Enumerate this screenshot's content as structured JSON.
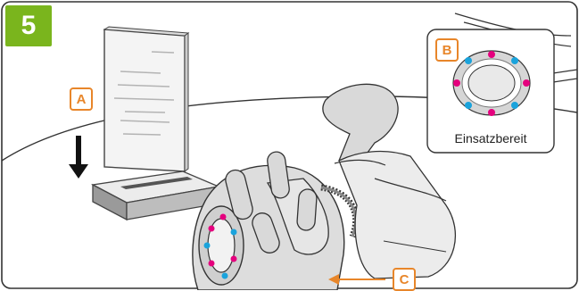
{
  "step": {
    "number": "5",
    "badge_color": "#7ab51d"
  },
  "labels": {
    "a": "A",
    "b": "B",
    "c": "C",
    "accent_color": "#e8862a"
  },
  "inset": {
    "caption": "Einsatzbereit"
  },
  "indicator_colors": {
    "magenta": "#e5007e",
    "cyan": "#1aa3dc"
  },
  "icons": [
    "down-arrow-icon",
    "left-arrow-icon"
  ]
}
